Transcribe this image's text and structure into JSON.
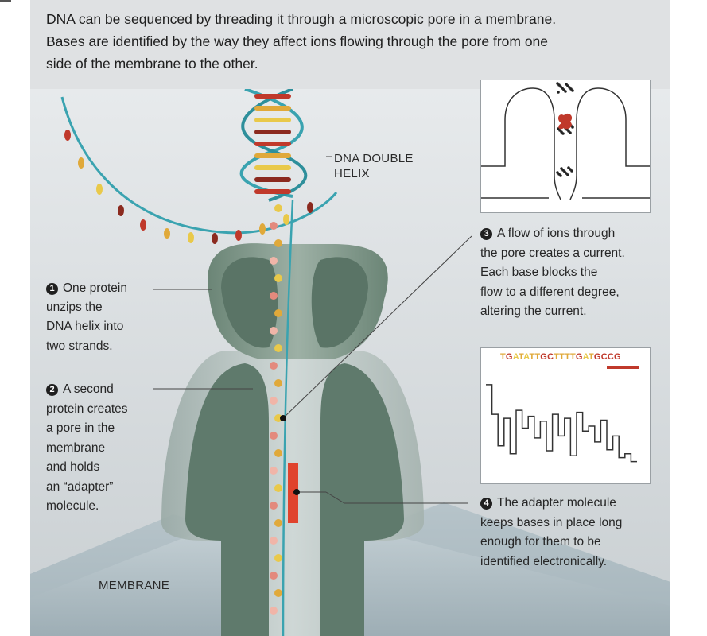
{
  "intro": {
    "lines": [
      "DNA can be sequenced by threading it through a microscopic pore in a membrane.",
      "Bases are identified by the way they affect ions flowing through the pore from one",
      "side of the membrane to the other."
    ]
  },
  "captions": {
    "helix": [
      "DNA DOUBLE",
      "HELIX"
    ],
    "membrane": "MEMBRANE"
  },
  "steps": [
    {
      "number": "1",
      "lines": [
        "One protein",
        "unzips the",
        "DNA helix into",
        "two strands."
      ]
    },
    {
      "number": "2",
      "lines": [
        "A second",
        "protein creates",
        "a pore in the",
        "membrane",
        "and holds",
        "an “adapter”",
        "molecule."
      ]
    },
    {
      "number": "3",
      "lines": [
        "A flow of ions through",
        "the pore creates a current.",
        "Each base blocks the",
        "flow to a different degree,",
        "altering the current."
      ]
    },
    {
      "number": "4",
      "lines": [
        "The adapter molecule",
        "keeps bases in place long",
        "enough for them to be",
        "identified electronically."
      ]
    }
  ],
  "current_trace": {
    "sequence_letters": [
      "T",
      "G",
      "A",
      "T",
      "A",
      "T",
      "T",
      "G",
      "C",
      "T",
      "T",
      "T",
      "T",
      "G",
      "A",
      "T",
      "G",
      "C",
      "C",
      "G"
    ],
    "highlight": "GCCG",
    "signal_levels": [
      0.92,
      0.62,
      0.3,
      0.58,
      0.22,
      0.66,
      0.48,
      0.6,
      0.38,
      0.55,
      0.25,
      0.62,
      0.4,
      0.58,
      0.2,
      0.64,
      0.45,
      0.5,
      0.34,
      0.56,
      0.26,
      0.4,
      0.18,
      0.22,
      0.14
    ]
  },
  "colors": {
    "base_orange": "#e0a93a",
    "base_red": "#c0392b",
    "base_yellow": "#e9c94a",
    "highlight_bar": "#c0392b",
    "strand": "#3aa3b0",
    "protein": "#5f7a6c"
  }
}
